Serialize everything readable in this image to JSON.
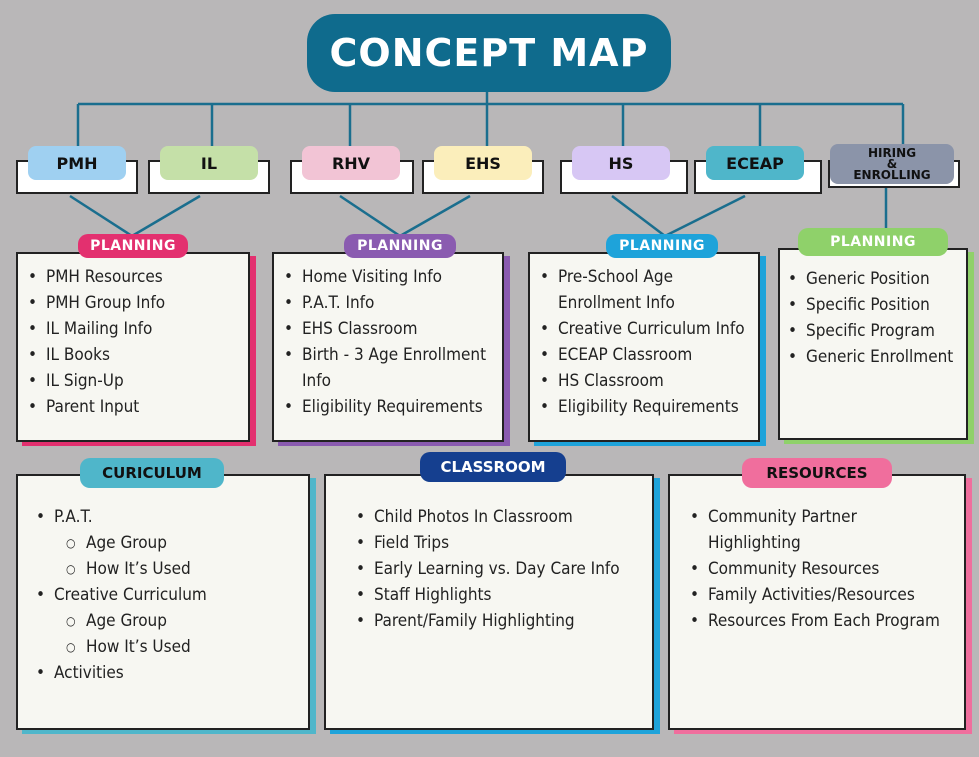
{
  "title": "CONCEPT MAP",
  "programs": [
    {
      "label": "PMH",
      "color": "#9fd0f1"
    },
    {
      "label": "IL",
      "color": "#c5e0a8"
    },
    {
      "label": "RHV",
      "color": "#f2c4d5"
    },
    {
      "label": "EHS",
      "color": "#fbeebb"
    },
    {
      "label": "HS",
      "color": "#d7c7f4"
    },
    {
      "label": "ECEAP",
      "color": "#4fb6ca"
    },
    {
      "label": "HIRING & ENROLLING",
      "line1": "HIRING",
      "line2": "&",
      "line3": "ENROLLING",
      "color": "#8b94a9"
    }
  ],
  "planning": [
    {
      "label": "PLANNING",
      "color": "#e3306f",
      "items": [
        "PMH Resources",
        "PMH Group Info",
        "IL Mailing Info",
        "IL Books",
        "IL Sign-Up",
        "Parent Input"
      ]
    },
    {
      "label": "PLANNING",
      "color": "#8a5bb0",
      "items": [
        "Home Visiting Info",
        "P.A.T. Info",
        "EHS Classroom",
        "Birth - 3 Age Enrollment Info",
        "Eligibility Requirements"
      ]
    },
    {
      "label": "PLANNING",
      "color": "#1ea3da",
      "items": [
        "Pre-School Age Enrollment Info",
        "Creative Curriculum Info",
        "ECEAP Classroom",
        "HS Classroom",
        "Eligibility Requirements"
      ]
    },
    {
      "label": "PLANNING",
      "color": "#8fd16a",
      "items": [
        "Generic Position",
        "Specific Position",
        "Specific Program",
        "Generic Enrollment"
      ]
    }
  ],
  "sections": {
    "curriculum": {
      "label": "CURICULUM",
      "color": "#4fb6ca",
      "items": [
        {
          "text": "P.A.T.",
          "level": 0
        },
        {
          "text": "Age Group",
          "level": 1
        },
        {
          "text": "How It’s Used",
          "level": 1
        },
        {
          "text": "Creative Curriculum",
          "level": 0
        },
        {
          "text": "Age Group",
          "level": 1
        },
        {
          "text": "How It’s Used",
          "level": 1
        },
        {
          "text": "Activities",
          "level": 0
        }
      ]
    },
    "classroom": {
      "label": "CLASSROOM",
      "color": "#153f8f",
      "items": [
        "Child Photos In Classroom",
        "Field Trips",
        "Early Learning vs. Day Care Info",
        "Staff Highlights",
        "Parent/Family Highlighting"
      ]
    },
    "resources": {
      "label": "RESOURCES",
      "color": "#f06e9d",
      "items": [
        "Community Partner Highlighting",
        "Community Resources",
        "Family Activities/Resources",
        "Resources From Each Program"
      ]
    }
  }
}
